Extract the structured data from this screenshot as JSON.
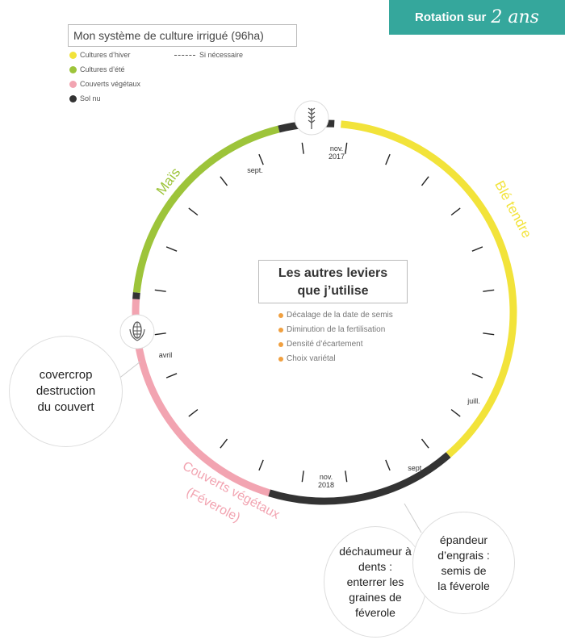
{
  "banner": {
    "prefix": "Rotation sur",
    "handwritten": "2 ans"
  },
  "title": "Mon système de culture irrigué (96ha)",
  "legend": {
    "items": [
      {
        "label": "Cultures d’hiver",
        "color": "#f2e33a"
      },
      {
        "label": "Cultures d’été",
        "color": "#9dc43a"
      },
      {
        "label": "Couverts végétaux",
        "color": "#f2a4b1"
      },
      {
        "label": "Sol nu",
        "color": "#333333"
      }
    ],
    "dashed_label": "Si nécessaire"
  },
  "ring": {
    "segments": [
      {
        "name": "ble",
        "color": "#f2e33a"
      },
      {
        "name": "sol-nu-1",
        "color": "#333333"
      },
      {
        "name": "couverts",
        "color": "#f2a4b1"
      },
      {
        "name": "sol-nu-2",
        "color": "#333333"
      },
      {
        "name": "mais",
        "color": "#9dc43a"
      },
      {
        "name": "sol-nu-3",
        "color": "#333333"
      }
    ],
    "crop_labels": {
      "ble": "Blé tendre",
      "mais": "Maïs",
      "couverts_1": "Couverts végétaux",
      "couverts_2": "(Féverole)"
    },
    "month_labels": {
      "nov_2017_a": "nov.",
      "nov_2017_b": "2017",
      "sept_1": "sept.",
      "avril": "avril",
      "juill": "juill.",
      "sept_2": "sept.",
      "nov_2018_a": "nov.",
      "nov_2018_b": "2018"
    },
    "icons": {
      "top": "wheat-icon",
      "left": "corn-icon"
    }
  },
  "center": {
    "title_line1": "Les autres leviers",
    "title_line2": "que j’utilise",
    "levers": [
      "Décalage de la date de semis",
      "Diminution de la fertilisation",
      "Densité d’écartement",
      "Choix variétal"
    ]
  },
  "bubbles": {
    "covercrop": "covercrop\ndestruction\ndu couvert",
    "dechaumeur": "déchaumeur à\ndents :\nenterrer les\ngraines de\nféverole",
    "epandeur": "épandeur\nd’engrais :\nsemis de\nla féverole"
  }
}
